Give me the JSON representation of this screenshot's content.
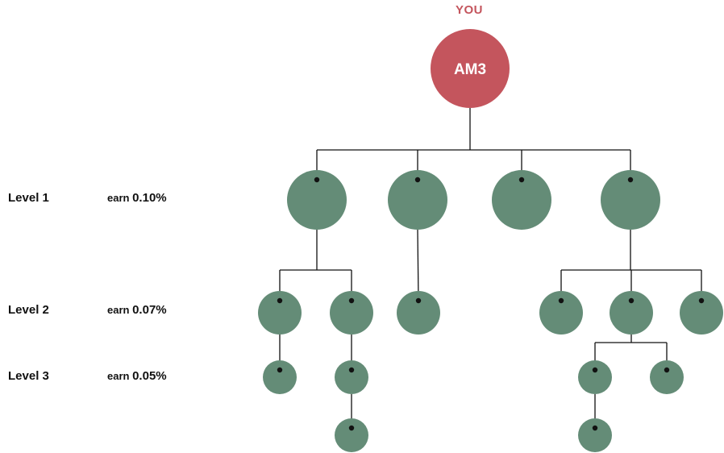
{
  "header": {
    "you_label": "YOU"
  },
  "root": {
    "label": "AM3"
  },
  "levels": [
    {
      "label": "Level 1",
      "earn_prefix": "earn",
      "rate": "0.10%"
    },
    {
      "label": "Level 2",
      "earn_prefix": "earn",
      "rate": "0.07%"
    },
    {
      "label": "Level 3",
      "earn_prefix": "earn",
      "rate": "0.05%"
    }
  ],
  "colors": {
    "root": "#c4555d",
    "node": "#648c77",
    "you_label": "#c4555d",
    "line": "#111111",
    "root_text": "#ffffff"
  },
  "tree": {
    "root": "AM3",
    "children": [
      {
        "children": [
          {
            "children": [
              {}
            ]
          },
          {
            "children": [
              {
                "children": [
                  {}
                ]
              }
            ]
          }
        ]
      },
      {
        "children": [
          {}
        ]
      },
      {
        "children": []
      },
      {
        "children": [
          {},
          {
            "children": [
              {
                "children": [
                  {}
                ]
              },
              {}
            ]
          },
          {}
        ]
      }
    ]
  }
}
